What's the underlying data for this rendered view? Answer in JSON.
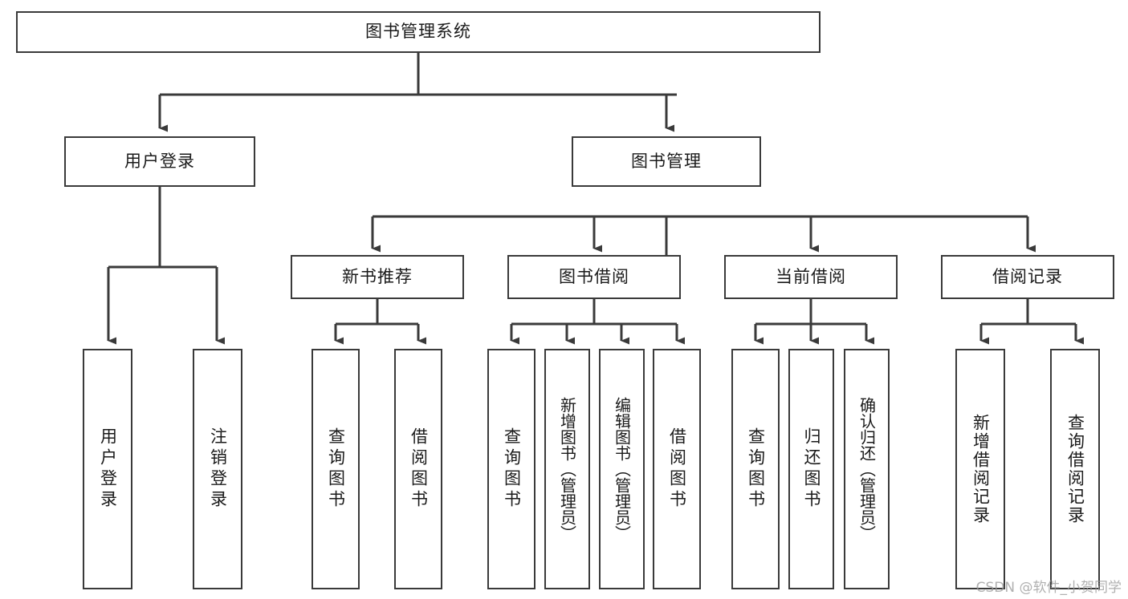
{
  "diagram": {
    "title": "图书管理系统",
    "type": "tree-hierarchy",
    "root": {
      "label": "图书管理系统"
    },
    "level2": [
      {
        "label": "用户登录"
      },
      {
        "label": "图书管理"
      }
    ],
    "level3": [
      {
        "label": "新书推荐"
      },
      {
        "label": "图书借阅"
      },
      {
        "label": "当前借阅"
      },
      {
        "label": "借阅记录"
      }
    ],
    "leaves": {
      "user_login": [
        {
          "label": "用户登录"
        },
        {
          "label": "注销登录"
        }
      ],
      "new_book_recommend": [
        {
          "label": "查询图书"
        },
        {
          "label": "借阅图书"
        }
      ],
      "book_borrow": [
        {
          "label": "查询图书"
        },
        {
          "label": "新增图书（管理员）"
        },
        {
          "label": "编辑图书（管理员）"
        },
        {
          "label": "借阅图书"
        }
      ],
      "current_borrow": [
        {
          "label": "查询图书"
        },
        {
          "label": "归还图书"
        },
        {
          "label": "确认归还（管理员）"
        }
      ],
      "borrow_record": [
        {
          "label": "新增借阅记录"
        },
        {
          "label": "查询借阅记录"
        }
      ]
    }
  },
  "watermark": {
    "text": "CSDN @软件_小贺同学"
  },
  "colors": {
    "stroke": "#3a3a3a",
    "text": "#1a1a1a",
    "background": "#ffffff",
    "watermark": "#9a9a9a"
  }
}
